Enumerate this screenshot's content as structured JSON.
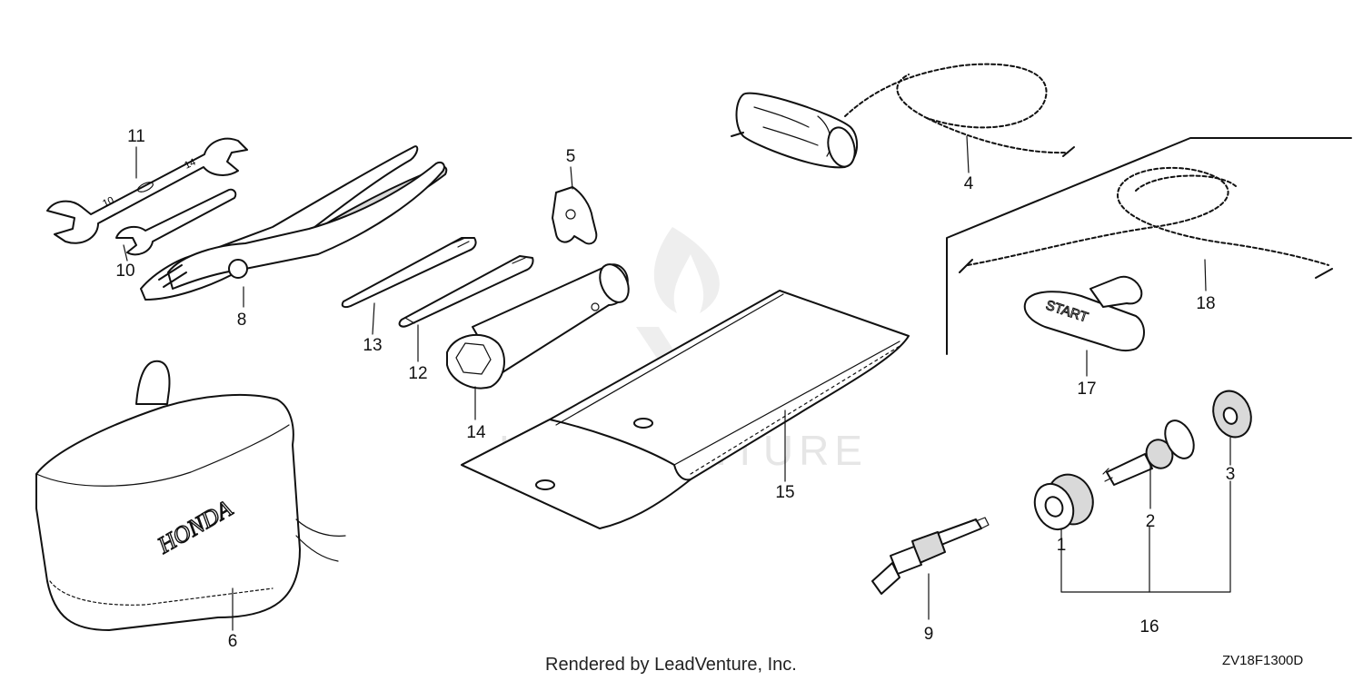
{
  "diagram": {
    "callouts": [
      "1",
      "2",
      "3",
      "4",
      "5",
      "6",
      "8",
      "9",
      "10",
      "11",
      "12",
      "13",
      "14",
      "15",
      "16",
      "17",
      "18"
    ],
    "watermark": "LEADVENTURE",
    "product_markings": {
      "cover_brand": "HONDA",
      "starter_grip": "START",
      "wrench_size_a": "10",
      "wrench_size_b": "14"
    },
    "footer_credit": "Rendered by LeadVenture, Inc.",
    "diagram_code": "ZV18F1300D"
  }
}
